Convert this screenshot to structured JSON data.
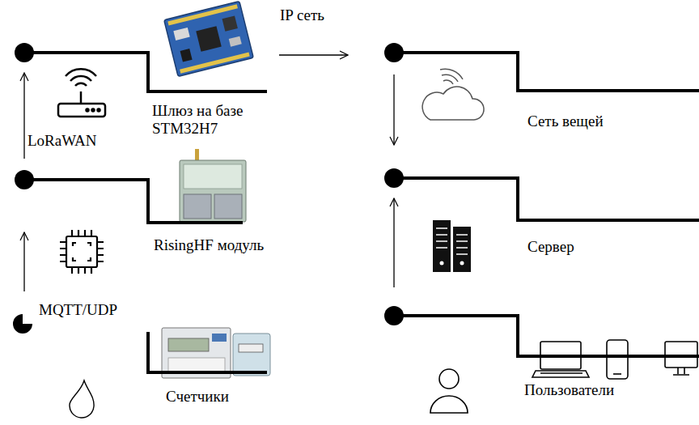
{
  "diagram": {
    "nodes": [
      {
        "text": [
          "Шлюз на базе STM32H7"
        ]
      },
      {
        "text": [
          "RisingHF модуль"
        ]
      },
      {
        "text": [
          "Счетчики"
        ]
      },
      {
        "text": [
          "Сеть вещей"
        ]
      },
      {
        "text": [
          "Сервер"
        ]
      },
      {
        "text": [
          "Пользователи"
        ]
      }
    ],
    "edges": [
      {
        "from": 1,
        "to": 0,
        "arrow": "to"
      },
      {
        "from": 2,
        "to": 1,
        "arrow": "to"
      },
      {
        "from": 0,
        "to": 3,
        "label": "IP сеть",
        "arrow": "to"
      },
      {
        "from": 3,
        "to": 4,
        "arrow": "to"
      },
      {
        "from": 5,
        "to": 4,
        "arrow": "to"
      }
    ],
    "labels": [
      "LoRaWAN",
      "MQTT/UDP"
    ]
  }
}
